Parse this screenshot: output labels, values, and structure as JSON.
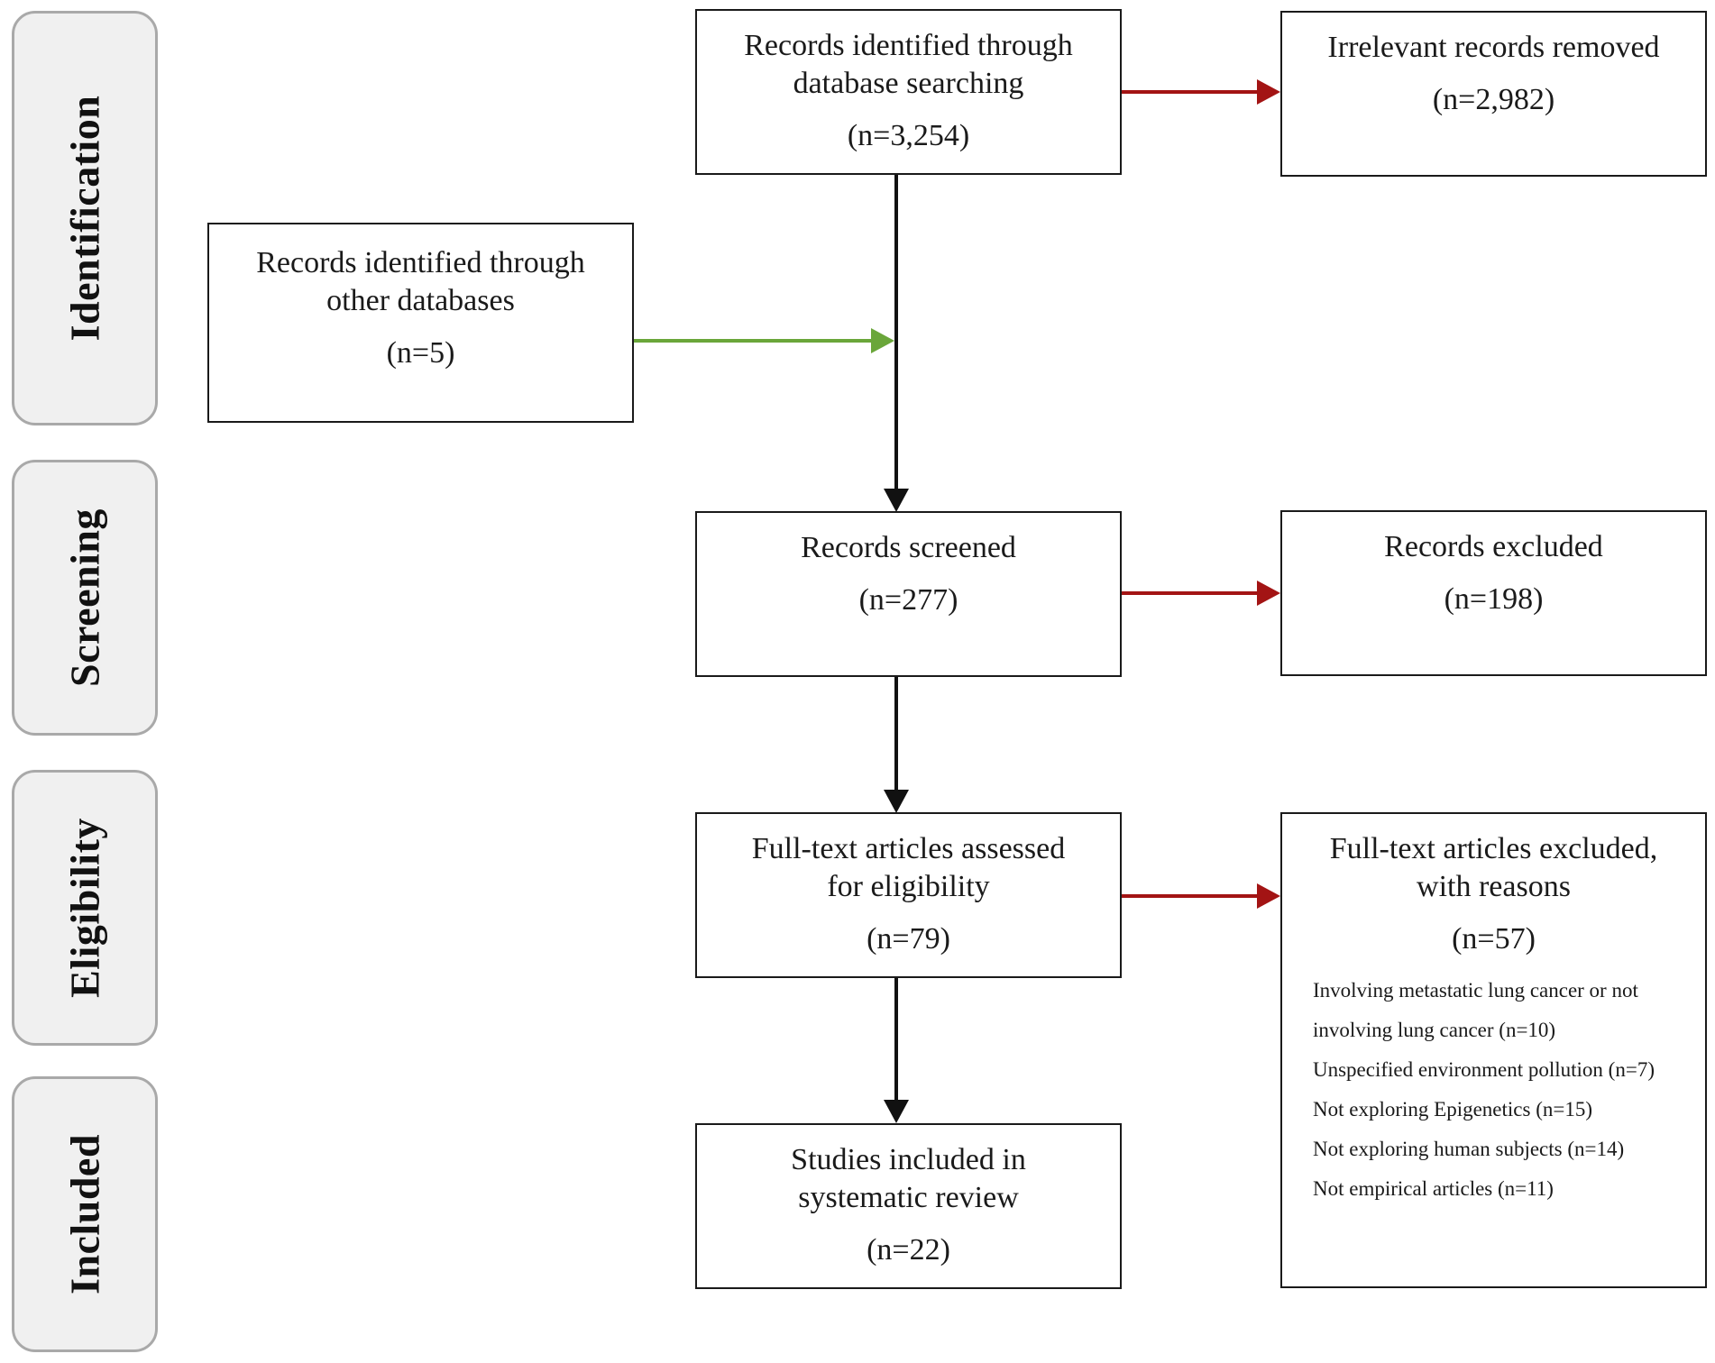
{
  "stages": [
    {
      "id": "identification",
      "label": "Identification"
    },
    {
      "id": "screening",
      "label": "Screening"
    },
    {
      "id": "eligibility",
      "label": "Eligibility"
    },
    {
      "id": "included",
      "label": "Included"
    }
  ],
  "boxes": {
    "db_search": {
      "title": "Records identified through database searching",
      "count": "(n=3,254)"
    },
    "irrelevant_removed": {
      "title": "Irrelevant records removed",
      "count": "(n=2,982)"
    },
    "other_db": {
      "title": "Records identified through other databases",
      "count": "(n=5)"
    },
    "screened": {
      "title": "Records screened",
      "count": "(n=277)"
    },
    "excluded": {
      "title": "Records excluded",
      "count": "(n=198)"
    },
    "fulltext_assessed": {
      "title": "Full-text articles assessed for eligibility",
      "count": "(n=79)"
    },
    "fulltext_excluded": {
      "title": "Full-text articles excluded, with reasons",
      "count": "(n=57)",
      "reasons": [
        "Involving metastatic lung cancer or not involving lung cancer (n=10)",
        "Unspecified environment pollution (n=7)",
        "Not exploring Epigenetics (n=15)",
        "Not exploring human subjects (n=14)",
        "Not empirical articles (n=11)"
      ]
    },
    "included": {
      "title": "Studies included in systematic review",
      "count": "(n=22)"
    }
  },
  "colors": {
    "flow_arrow": "#111111",
    "exclusion_arrow": "#a31414",
    "merge_arrow": "#6aa63a",
    "stage_fill": "#f0f0f0",
    "stage_border": "#a9a9a9"
  }
}
